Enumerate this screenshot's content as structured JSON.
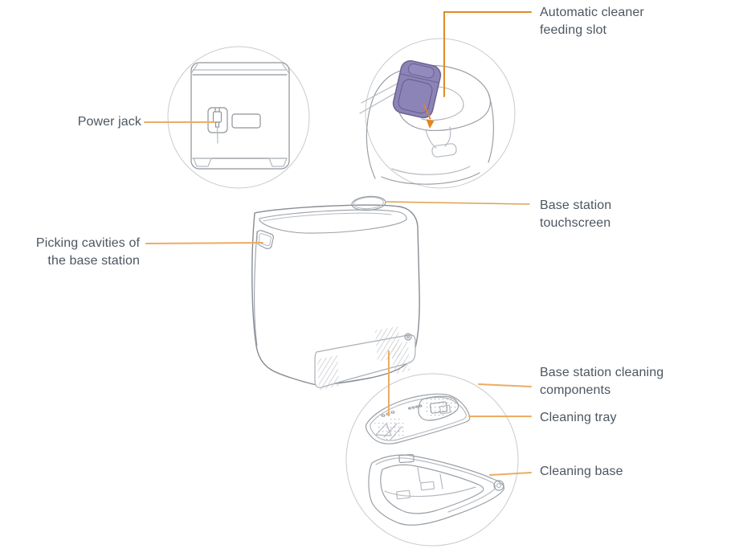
{
  "figure": {
    "type": "product-parts-diagram",
    "product": "robot vacuum base station"
  },
  "callouts": {
    "feeding_slot": {
      "label": "Automatic cleaner feeding slot"
    },
    "power_jack": {
      "label": "Power jack"
    },
    "touchscreen": {
      "label": "Base station touchscreen"
    },
    "picking_cavities": {
      "label": "Picking cavities of the base station"
    },
    "cleaning_components": {
      "label": "Base station cleaning components"
    },
    "cleaning_tray": {
      "label": "Cleaning tray"
    },
    "cleaning_base": {
      "label": "Cleaning base"
    }
  },
  "colors": {
    "label_text": "#4C5661",
    "leader_orange": "#ECAC64",
    "accent_orange": "#E0871F",
    "arrow_orange": "#E8831C",
    "line_gray": "#8D9399",
    "light_line_gray": "#B6BAC0",
    "circle_gray": "#C7CBD0",
    "cartridge_purple": "#8C84B6",
    "cartridge_outline": "#6B6292"
  }
}
